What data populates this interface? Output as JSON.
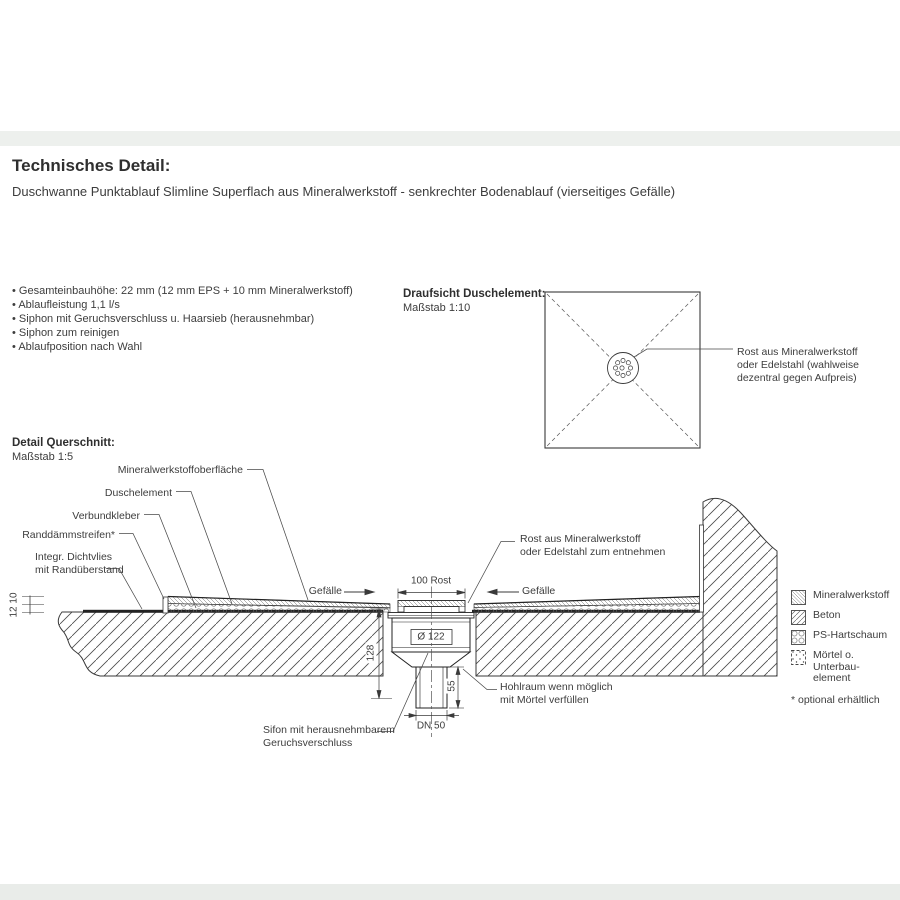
{
  "page": {
    "title": "Technisches Detail:",
    "subtitle": "Duschwanne Punktablauf Slimline Superflach aus Mineralwerkstoff - senkrechter Bodenablauf (vierseitiges Gefälle)"
  },
  "features": [
    "Gesamteinbauhöhe: 22 mm (12 mm EPS + 10 mm Mineralwerkstoff)",
    "Ablaufleistung 1,1 l/s",
    "Siphon mit Geruchsverschluss u. Haarsieb (herausnehmbar)",
    "Siphon zum reinigen",
    "Ablaufposition nach Wahl"
  ],
  "top_view": {
    "heading": "Draufsicht Duschelement:",
    "scale": "Maßstab 1:10",
    "callout_line1": "Rost aus Mineralwerkstoff",
    "callout_line2": "oder Edelstahl (wahlweise",
    "callout_line3": "dezentral gegen Aufpreis)"
  },
  "cross_section": {
    "heading": "Detail Querschnitt:",
    "scale": "Maßstab 1:5",
    "labels": {
      "mineral_surface": "Mineralwerkstoffoberfläche",
      "duschelement": "Duschelement",
      "verbundkleber": "Verbundkleber",
      "randdaemmstreifen": "Randdämmstreifen*",
      "dichtvlies_1": "Integr. Dichtvlies",
      "dichtvlies_2": "mit Randüberstand",
      "rost_1": "Rost aus Mineralwerkstoff",
      "rost_2": "oder Edelstahl zum entnehmen",
      "hohlraum_1": "Hohlraum wenn möglich",
      "hohlraum_2": "mit Mörtel verfüllen",
      "sifon_1": "Sifon mit herausnehmbarem",
      "sifon_2": "Geruchsverschluss"
    },
    "dims": {
      "rost_width": "100 Rost",
      "diameter": "Ø 122",
      "depth": "128",
      "hollow": "55",
      "pipe": "DN 50",
      "layers": "12 10",
      "slope": "Gefälle"
    }
  },
  "legend": {
    "items": [
      {
        "line1": "Mineralwerkstoff",
        "line2": ""
      },
      {
        "line1": "Beton",
        "line2": ""
      },
      {
        "line1": "PS-Hartschaum",
        "line2": ""
      },
      {
        "line1": "Mörtel o. Unterbau-",
        "line2": "element"
      }
    ],
    "footnote": "* optional erhältlich"
  },
  "colors": {
    "line": "#3a3a3a",
    "text": "#3d3d3d",
    "divider_band": "#edf0ed"
  }
}
